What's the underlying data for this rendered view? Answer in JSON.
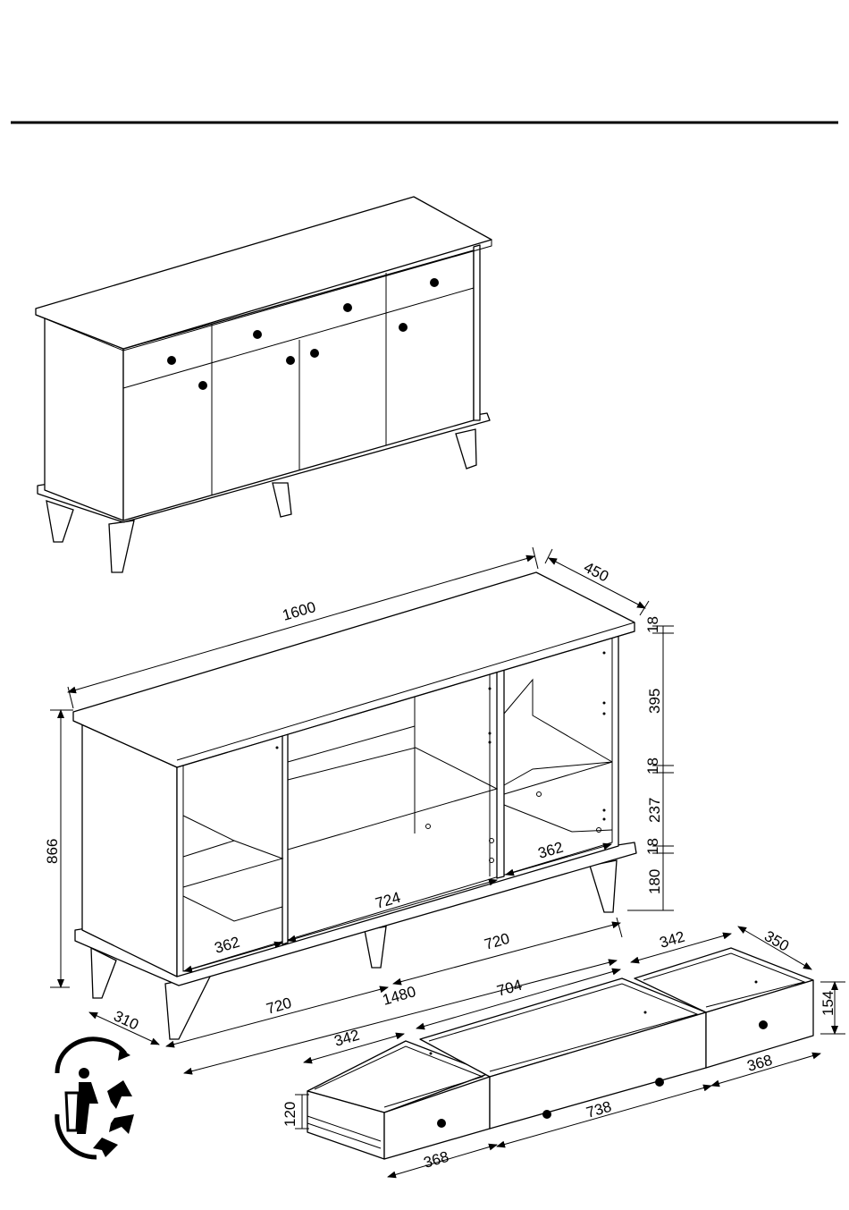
{
  "dimensions": {
    "total_width": "1600",
    "depth": "450",
    "height": "866",
    "top_thickness": "18",
    "upper_compartment": "395",
    "shelf_thickness": "18",
    "middle_compartment": "237",
    "bottom_thickness": "18",
    "plinth_height": "180",
    "inner_depth": "310",
    "side_inner_width_left": "362",
    "side_inner_width_right": "362",
    "center_inner_width": "724",
    "inner_span": "1480",
    "door_width_left": "720",
    "door_width_right": "720"
  },
  "drawers": {
    "small_inner_width_left": "342",
    "small_front_width_left": "368",
    "small_height": "120",
    "large_inner_width": "704",
    "large_front_width": "738",
    "small_inner_width_right": "342",
    "small_depth_right": "350",
    "small_front_width_right": "368",
    "small_height_right": "154"
  },
  "icons": {
    "recycle": "recycling-symbol-icon"
  },
  "colors": {
    "ink": "#000000",
    "paper": "#ffffff"
  }
}
